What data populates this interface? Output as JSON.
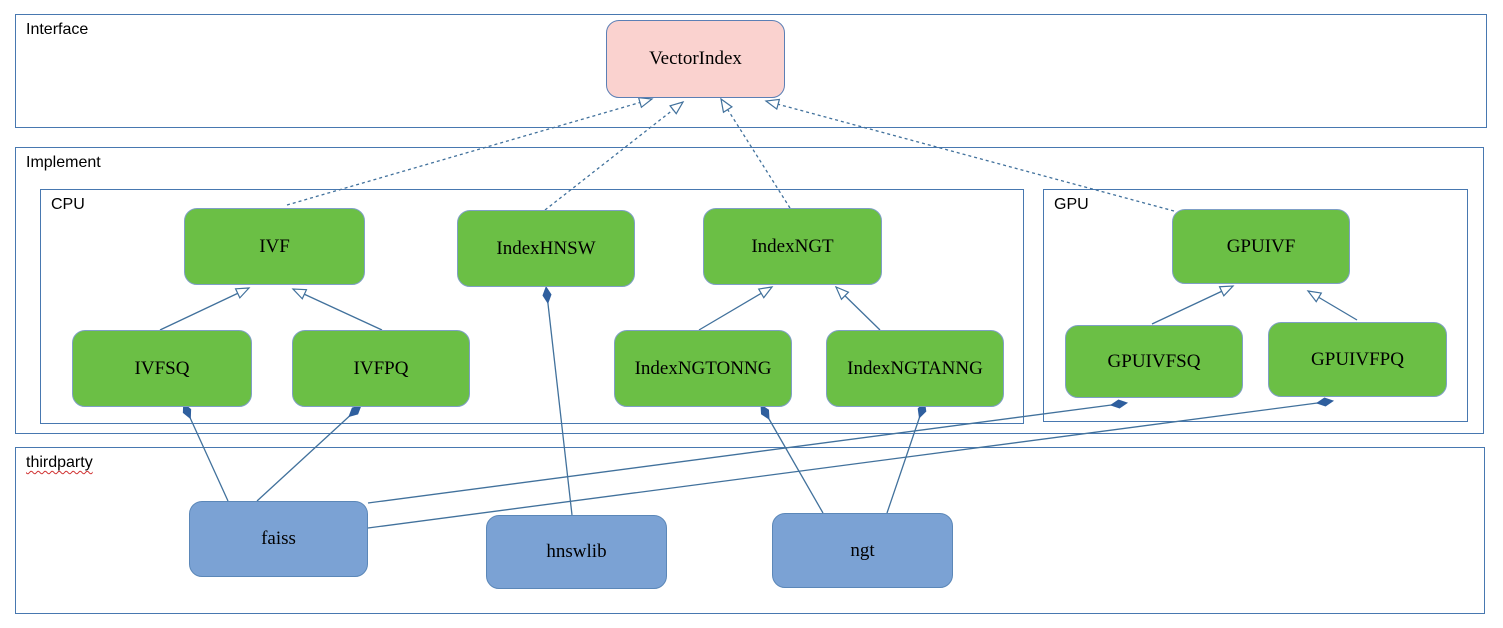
{
  "diagram": {
    "containers": {
      "interface": {
        "label": "Interface"
      },
      "implement": {
        "label": "Implement"
      },
      "cpu": {
        "label": "CPU"
      },
      "gpu": {
        "label": "GPU"
      },
      "thirdparty": {
        "label": "thirdparty"
      }
    },
    "nodes": {
      "vectorindex": {
        "label": "VectorIndex",
        "fill": "#fad2cf"
      },
      "ivf": {
        "label": "IVF",
        "fill": "#6bbf45"
      },
      "indexhnsw": {
        "label": "IndexHNSW",
        "fill": "#6bbf45"
      },
      "indexngt": {
        "label": "IndexNGT",
        "fill": "#6bbf45"
      },
      "ivfsq": {
        "label": "IVFSQ",
        "fill": "#6bbf45"
      },
      "ivfpq": {
        "label": "IVFPQ",
        "fill": "#6bbf45"
      },
      "indexngtonng": {
        "label": "IndexNGTONNG",
        "fill": "#6bbf45"
      },
      "indexngtanng": {
        "label": "IndexNGTANNG",
        "fill": "#6bbf45"
      },
      "gpuivf": {
        "label": "GPUIVF",
        "fill": "#6bbf45"
      },
      "gpuivfsq": {
        "label": "GPUIVFSQ",
        "fill": "#6bbf45"
      },
      "gpuivfpq": {
        "label": "GPUIVFPQ",
        "fill": "#6bbf45"
      },
      "faiss": {
        "label": "faiss",
        "fill": "#7ba2d4"
      },
      "hnswlib": {
        "label": "hnswlib",
        "fill": "#7ba2d4"
      },
      "ngt": {
        "label": "ngt",
        "fill": "#7ba2d4"
      }
    },
    "edges": [
      {
        "from": "IVF",
        "to": "VectorIndex",
        "type": "realization"
      },
      {
        "from": "IndexHNSW",
        "to": "VectorIndex",
        "type": "realization"
      },
      {
        "from": "IndexNGT",
        "to": "VectorIndex",
        "type": "realization"
      },
      {
        "from": "GPUIVF",
        "to": "VectorIndex",
        "type": "realization"
      },
      {
        "from": "IVFSQ",
        "to": "IVF",
        "type": "generalization"
      },
      {
        "from": "IVFPQ",
        "to": "IVF",
        "type": "generalization"
      },
      {
        "from": "IndexNGTONNG",
        "to": "IndexNGT",
        "type": "generalization"
      },
      {
        "from": "IndexNGTANNG",
        "to": "IndexNGT",
        "type": "generalization"
      },
      {
        "from": "GPUIVFSQ",
        "to": "GPUIVF",
        "type": "generalization"
      },
      {
        "from": "GPUIVFPQ",
        "to": "GPUIVF",
        "type": "generalization"
      },
      {
        "from": "faiss",
        "to": "IVFSQ",
        "type": "composition"
      },
      {
        "from": "faiss",
        "to": "IVFPQ",
        "type": "composition"
      },
      {
        "from": "faiss",
        "to": "GPUIVFSQ",
        "type": "composition"
      },
      {
        "from": "faiss",
        "to": "GPUIVFPQ",
        "type": "composition"
      },
      {
        "from": "hnswlib",
        "to": "IndexHNSW",
        "type": "composition"
      },
      {
        "from": "ngt",
        "to": "IndexNGTONNG",
        "type": "composition"
      },
      {
        "from": "ngt",
        "to": "IndexNGTANNG",
        "type": "composition"
      }
    ],
    "colors": {
      "line": "#41719c",
      "container_border": "#4878b0",
      "green_fill": "#6bbf45",
      "pink_fill": "#fad2cf",
      "blue_fill": "#7ba2d4",
      "diamond_fill": "#2f5f9e"
    }
  }
}
